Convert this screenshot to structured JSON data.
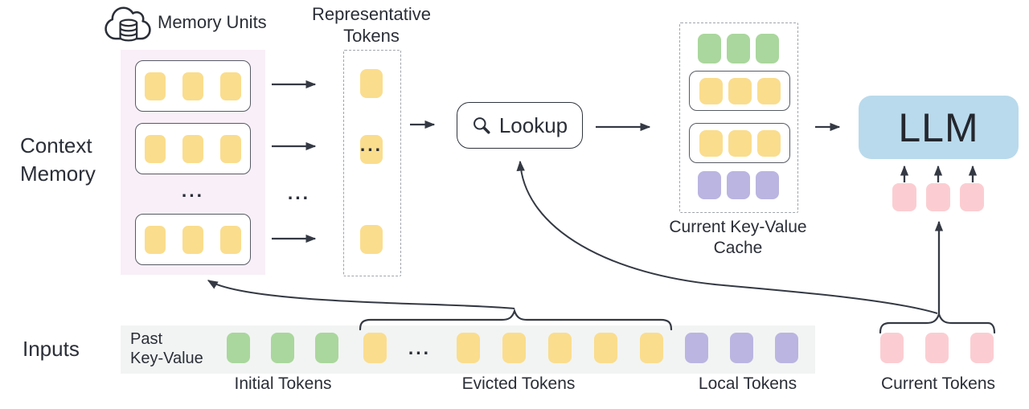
{
  "colors": {
    "ink": "#343943",
    "yellow": "#fadd8d",
    "green": "#aad79d",
    "purple": "#bab5e1",
    "pink": "#fbcdd2",
    "blue": "#b9daec",
    "memory_bg": "#f9eff8",
    "strip_bg": "#f2f4f3"
  },
  "labels": {
    "memory_units": "Memory Units",
    "representative_line1": "Representative",
    "representative_line2": "Tokens",
    "context_line1": "Context",
    "context_line2": "Memory",
    "lookup": "Lookup",
    "cache_line1": "Current Key-Value",
    "cache_line2": "Cache",
    "llm": "LLM",
    "inputs": "Inputs",
    "past_kv_line1": "Past",
    "past_kv_line2": "Key-Value",
    "initial_tokens": "Initial Tokens",
    "evicted_tokens": "Evicted Tokens",
    "local_tokens": "Local Tokens",
    "current_tokens": "Current Tokens",
    "ellipsis": "..."
  },
  "tokens": {
    "mem_unit": {
      "count": 3,
      "color": "yellow"
    },
    "rep_single": {
      "count": 1,
      "color": "yellow"
    },
    "cache_green": {
      "count": 3,
      "color": "green"
    },
    "cache_yellow": {
      "count": 3,
      "color": "yellow"
    },
    "cache_purple": {
      "count": 3,
      "color": "purple"
    },
    "llm_feed": {
      "count": 3,
      "color": "pink"
    },
    "strip_initial": {
      "count": 3,
      "color": "green"
    },
    "strip_evicted_left": {
      "count": 1,
      "color": "yellow"
    },
    "strip_evicted_right": {
      "count": 5,
      "color": "yellow"
    },
    "strip_local": {
      "count": 3,
      "color": "purple"
    },
    "strip_current": {
      "count": 3,
      "color": "pink"
    }
  }
}
